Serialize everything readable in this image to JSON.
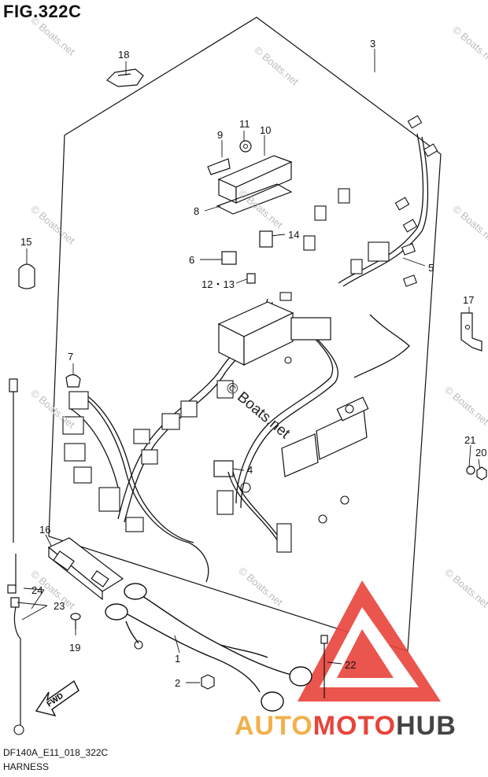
{
  "figure_title": "FIG.322C",
  "footer": {
    "model_code": "DF140A_E11_018_322C",
    "section_name": "HARNESS"
  },
  "watermark": "© Boats.net",
  "brand_logo": {
    "part1": "AUTO",
    "part2": "MOTO",
    "part3": "HUB",
    "colors": {
      "auto": "#f2b04a",
      "moto": "#e8433a",
      "hub": "#444444",
      "triangle": "#e8433a"
    }
  },
  "callouts": [
    {
      "id": "callout-1",
      "label": "1"
    },
    {
      "id": "callout-2",
      "label": "2"
    },
    {
      "id": "callout-3",
      "label": "3"
    },
    {
      "id": "callout-4",
      "label": "4"
    },
    {
      "id": "callout-5",
      "label": "5"
    },
    {
      "id": "callout-6",
      "label": "6"
    },
    {
      "id": "callout-7",
      "label": "7"
    },
    {
      "id": "callout-8",
      "label": "8"
    },
    {
      "id": "callout-9",
      "label": "9"
    },
    {
      "id": "callout-10",
      "label": "10"
    },
    {
      "id": "callout-11",
      "label": "11"
    },
    {
      "id": "callout-12-13",
      "label": "12・13"
    },
    {
      "id": "callout-14",
      "label": "14"
    },
    {
      "id": "callout-15",
      "label": "15"
    },
    {
      "id": "callout-16",
      "label": "16"
    },
    {
      "id": "callout-17",
      "label": "17"
    },
    {
      "id": "callout-18",
      "label": "18"
    },
    {
      "id": "callout-19",
      "label": "19"
    },
    {
      "id": "callout-20",
      "label": "20"
    },
    {
      "id": "callout-21",
      "label": "21"
    },
    {
      "id": "callout-22",
      "label": "22"
    },
    {
      "id": "callout-23",
      "label": "23"
    },
    {
      "id": "callout-24",
      "label": "24"
    }
  ],
  "fwd_arrow_label": "FWD"
}
